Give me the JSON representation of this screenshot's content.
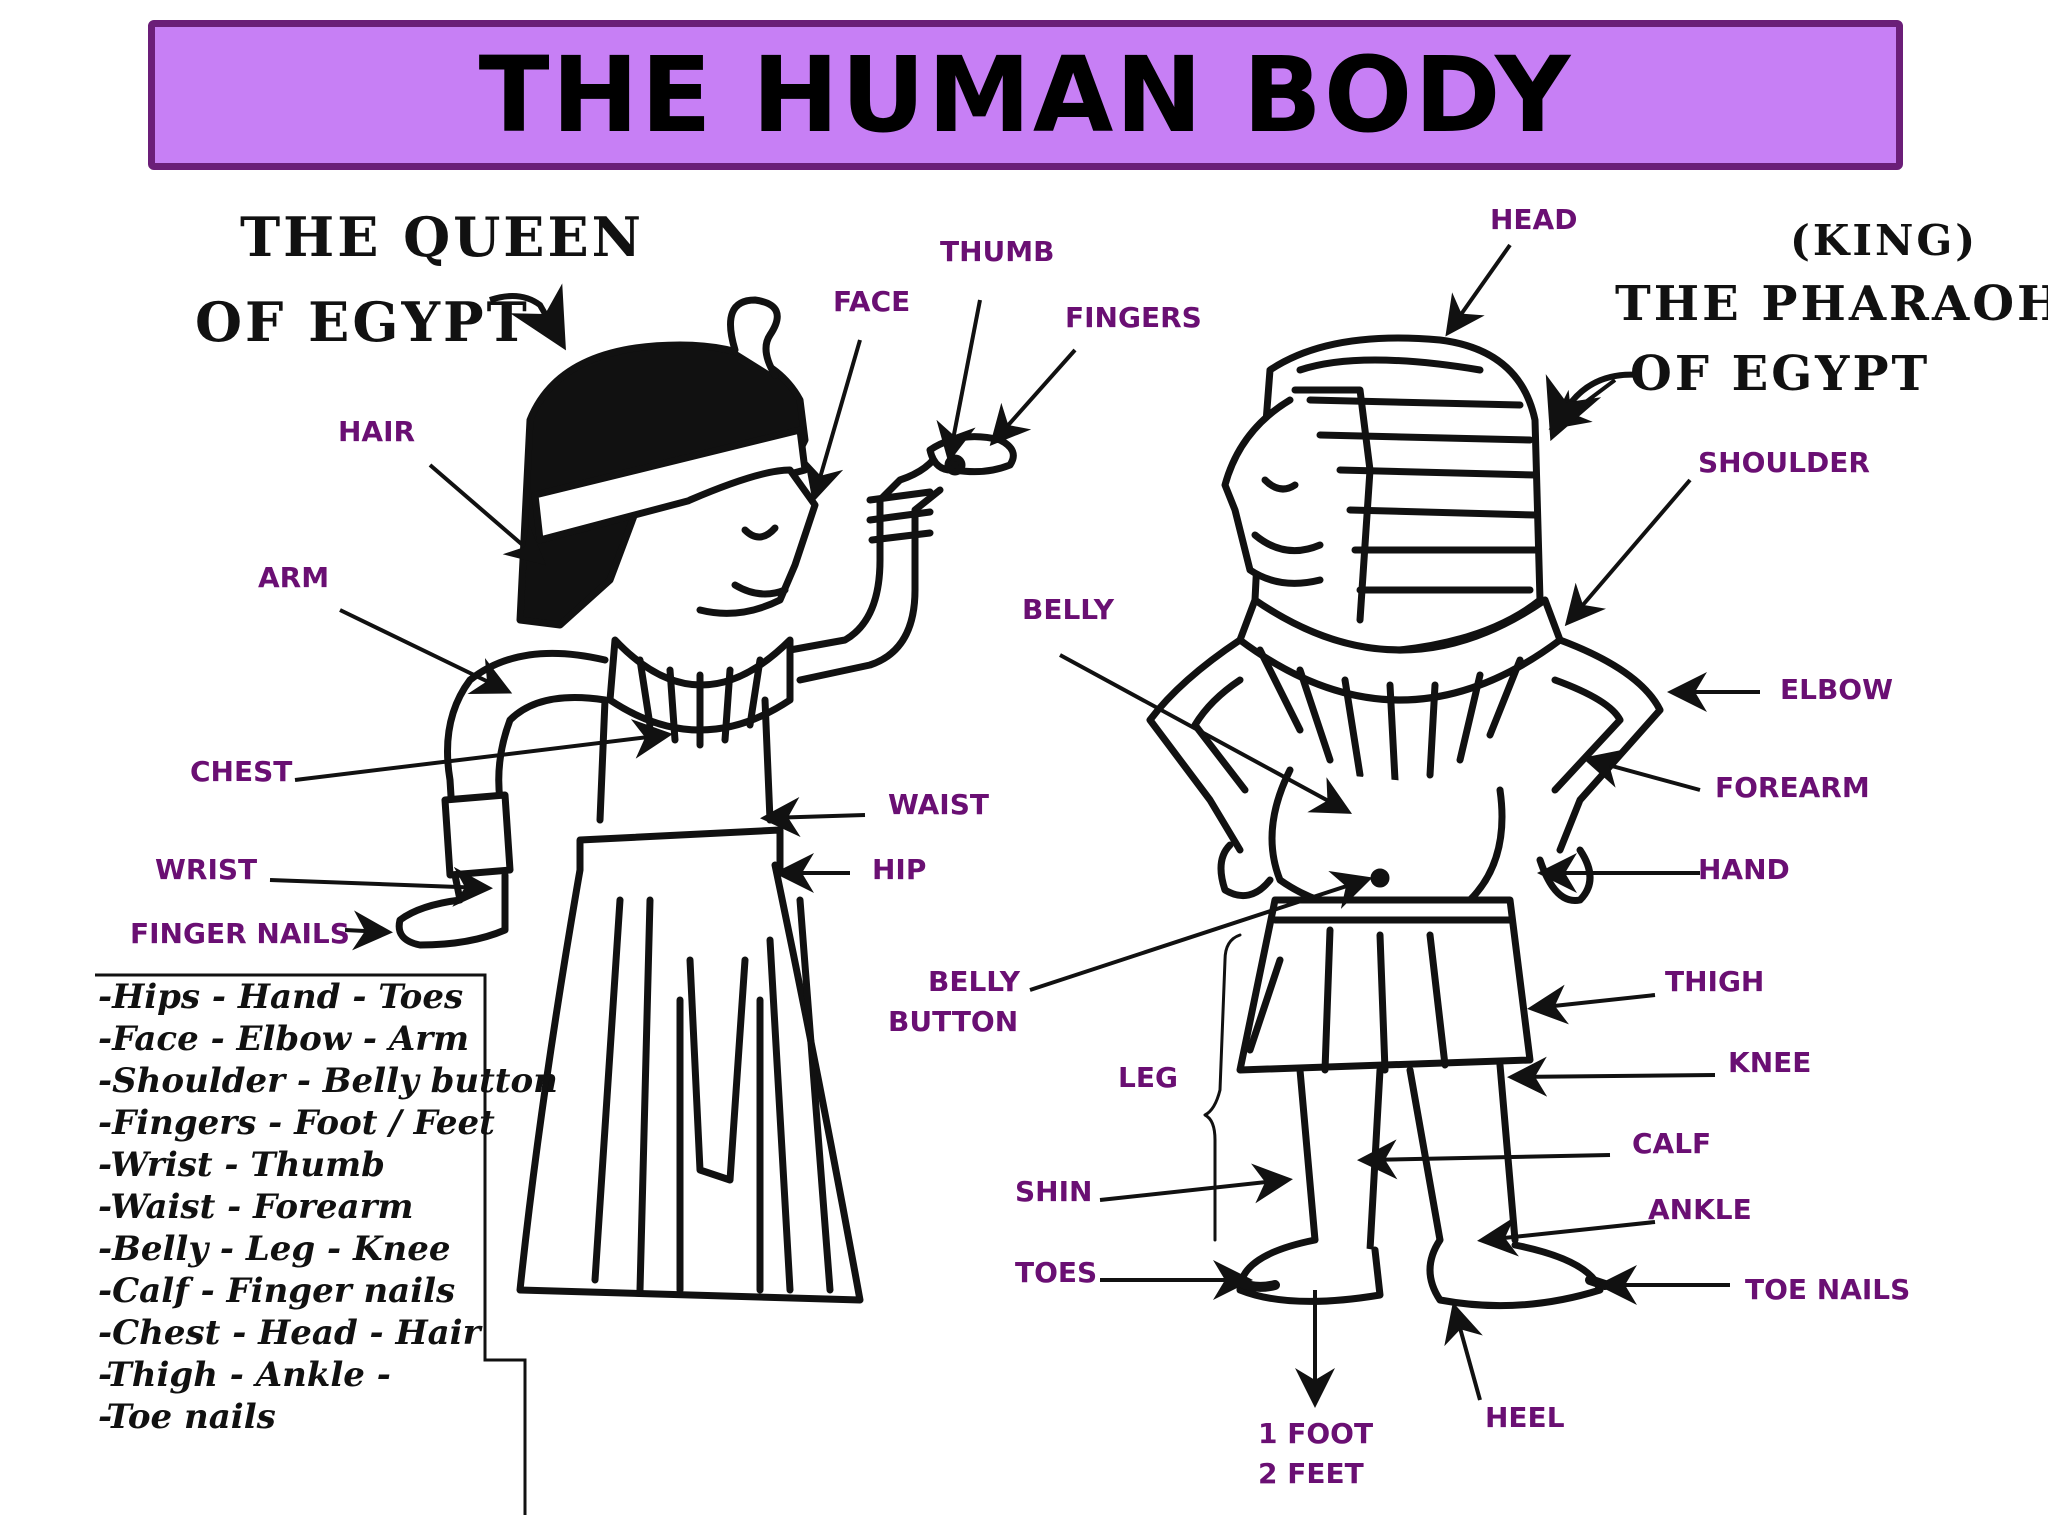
{
  "title": "THE HUMAN BODY",
  "colors": {
    "banner_fill": "#c77ff5",
    "banner_border": "#6b1e78",
    "label_text": "#6a0f73",
    "ink": "#111111"
  },
  "queen_caption": {
    "line1": "THE QUEEN",
    "line2": "OF EGYPT"
  },
  "pharaoh_caption": {
    "line1": "(KING)",
    "line2": "THE PHARAOH",
    "line3": "OF EGYPT"
  },
  "labels": {
    "hair": "HAIR",
    "face": "FACE",
    "thumb": "THUMB",
    "fingers": "FINGERS",
    "arm": "ARM",
    "chest": "CHEST",
    "wrist": "WRIST",
    "finger_nails": "FINGER NAILS",
    "waist": "WAIST",
    "hip": "HIP",
    "head": "HEAD",
    "shoulder": "SHOULDER",
    "belly": "BELLY",
    "elbow": "ELBOW",
    "forearm": "FOREARM",
    "hand": "HAND",
    "belly_button_1": "BELLY",
    "belly_button_2": "BUTTON",
    "thigh": "THIGH",
    "leg": "LEG",
    "knee": "KNEE",
    "calf": "CALF",
    "shin": "SHIN",
    "ankle": "ANKLE",
    "toes": "TOES",
    "toe_nails": "TOE NAILS",
    "heel": "HEEL",
    "foot_1": "1 FOOT",
    "foot_2": "2 FEET"
  },
  "word_list": [
    "-Hips - Hand - Toes",
    "-Face - Elbow - Arm",
    "-Shoulder - Belly button",
    "-Fingers - Foot / Feet",
    "-Wrist - Thumb",
    "-Waist - Forearm",
    "-Belly - Leg - Knee",
    "-Calf - Finger nails",
    "-Chest - Head - Hair",
    "-Thigh - Ankle -",
    "-Toe nails"
  ]
}
